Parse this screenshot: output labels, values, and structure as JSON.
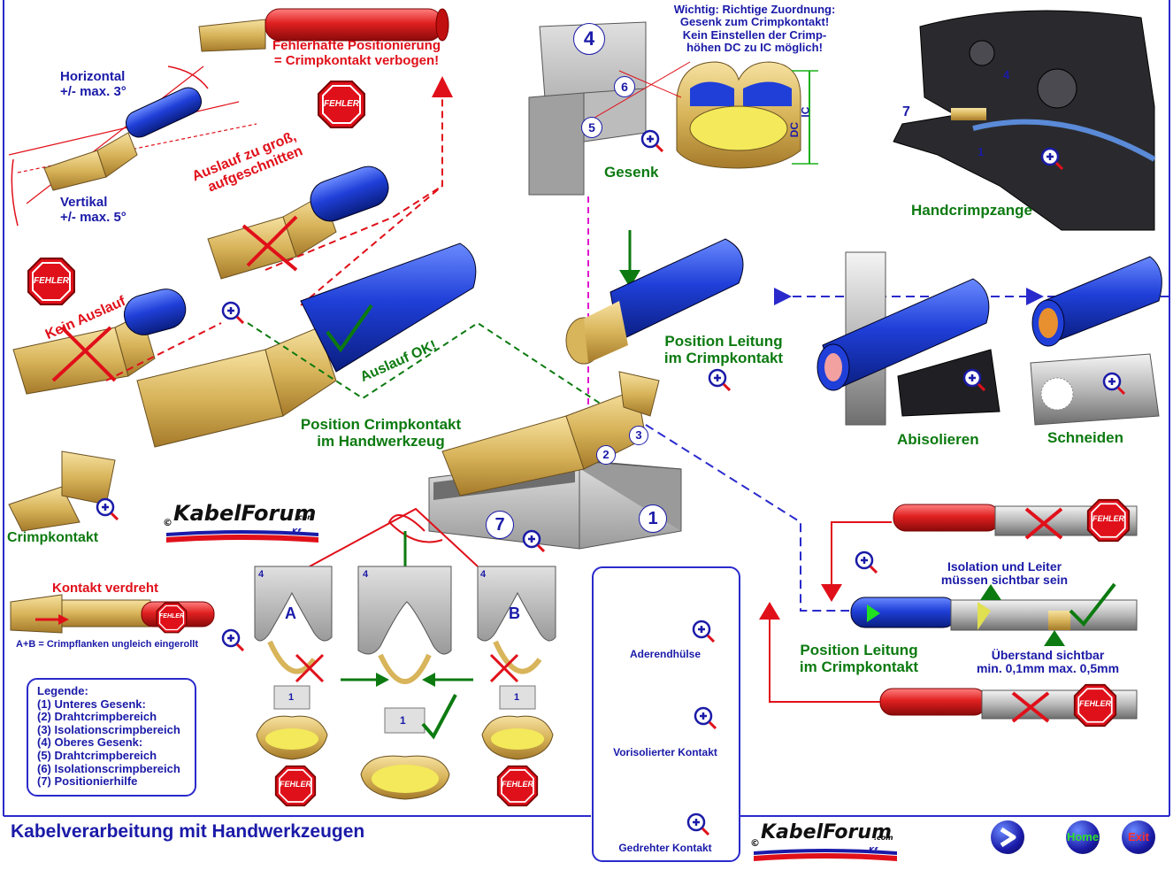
{
  "title": "Kabelverarbeitung mit Handwerkzeugen",
  "logo": {
    "main": "KabelForum",
    "suffix": ".com",
    "symbol": "©",
    "mark": "Kf"
  },
  "labels": {
    "fehler_pos_1": "Fehlerhafte Positionierung",
    "fehler_pos_2": "= Crimpkontakt verbogen!",
    "horizontal_1": "Horizontal",
    "horizontal_2": "+/- max. 3°",
    "vertikal_1": "Vertikal",
    "vertikal_2": "+/- max. 5°",
    "auslauf_gross_1": "Auslauf zu groß,",
    "auslauf_gross_2": "aufgeschnitten",
    "kein_auslauf": "Kein Auslauf",
    "auslauf_ok": "Auslauf OK!",
    "pos_crimp_1": "Position Crimpkontakt",
    "pos_crimp_2": "im Handwerkzeug",
    "crimpkontakt": "Crimpkontakt",
    "kontakt_verdreht": "Kontakt verdreht",
    "ab_note": "A+B = Crimpflanken ungleich eingerollt",
    "wichtig_1": "Wichtig: Richtige Zuordnung:",
    "wichtig_2": "Gesenk zum Crimpkontakt!",
    "wichtig_3": "Kein Einstellen der Crimp-",
    "wichtig_4": "höhen DC zu IC möglich!",
    "dc": "DC",
    "ic": "IC",
    "gesenk": "Gesenk",
    "handcrimpzange": "Handcrimpzange",
    "pos_leitung_1": "Position Leitung",
    "pos_leitung_2": "im Crimpkontakt",
    "abisolieren": "Abisolieren",
    "schneiden": "Schneiden",
    "isolation_1": "Isolation und Leiter",
    "isolation_2": "müssen sichtbar sein",
    "ueberstand_1": "Überstand sichtbar",
    "ueberstand_2": "min. 0,1mm max. 0,5mm",
    "pos_leitung2_1": "Position Leitung",
    "pos_leitung2_2": "im Crimpkontakt",
    "fehler": "FEHLER",
    "a": "A",
    "b": "B"
  },
  "numbers": {
    "n1": "1",
    "n2": "2",
    "n3": "3",
    "n4": "4",
    "n5": "5",
    "n6": "6",
    "n7": "7"
  },
  "legend": {
    "title": "Legende:",
    "items": [
      "(1) Unteres Gesenk:",
      "(2) Drahtcrimpbereich",
      "(3) Isolationscrimpbereich",
      "(4) Oberes Gesenk:",
      "(5) Drahtcrimpbereich",
      "(6) Isolationscrimpbereich",
      "(7) Positionierhilfe"
    ]
  },
  "products": [
    {
      "label": "Aderendhülse"
    },
    {
      "label": "Vorisolierter Kontakt"
    },
    {
      "label": "Gedrehter Kontakt"
    }
  ],
  "nav": {
    "next_icon": "next-arrow-icon",
    "home": "Home",
    "exit": "Exit"
  },
  "colors": {
    "frame": "#2a2acc",
    "label_blue": "#1a1aa8",
    "label_red": "#e0101a",
    "label_green": "#0c7a10",
    "brass": "#d8b45a",
    "cable_blue": "#1f3fd8",
    "cable_red": "#e02020",
    "die_gray": "#a8a8a8"
  }
}
